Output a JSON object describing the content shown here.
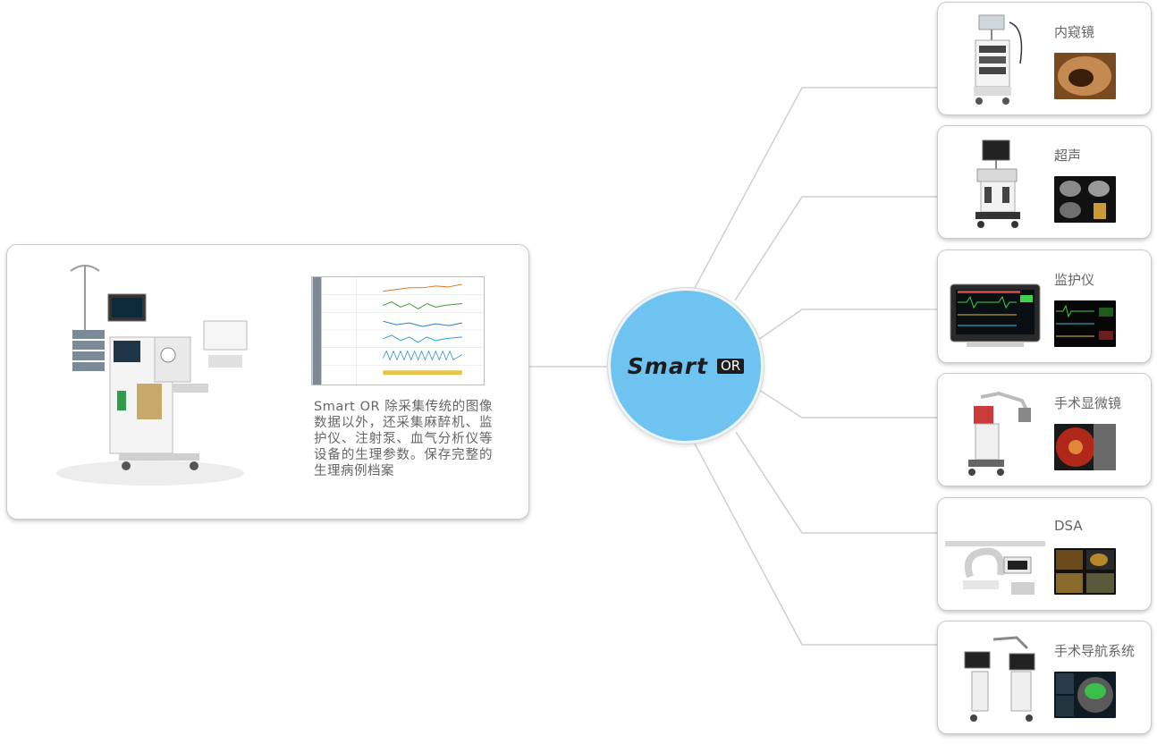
{
  "hub": {
    "smart": "Smart",
    "or": "OR"
  },
  "left_panel": {
    "description": "Smart OR  除采集传统的图像数据以外，还采集麻醉机、监护仪、注射泵、血气分析仪等设备的生理参数。保存完整的生理病例档案"
  },
  "devices": [
    {
      "label": "内窥镜",
      "icon": "endoscope-tower-icon"
    },
    {
      "label": "超声",
      "icon": "ultrasound-machine-icon"
    },
    {
      "label": "监护仪",
      "icon": "patient-monitor-icon"
    },
    {
      "label": "手术显微镜",
      "icon": "surgical-microscope-icon"
    },
    {
      "label": "DSA",
      "icon": "c-arm-icon"
    },
    {
      "label": "手术导航系统",
      "icon": "navigation-system-icon"
    }
  ],
  "colors": {
    "hub_fill": "#6ec3f0",
    "connector": "#cfcfcf",
    "card_border": "#c9c9c9"
  }
}
